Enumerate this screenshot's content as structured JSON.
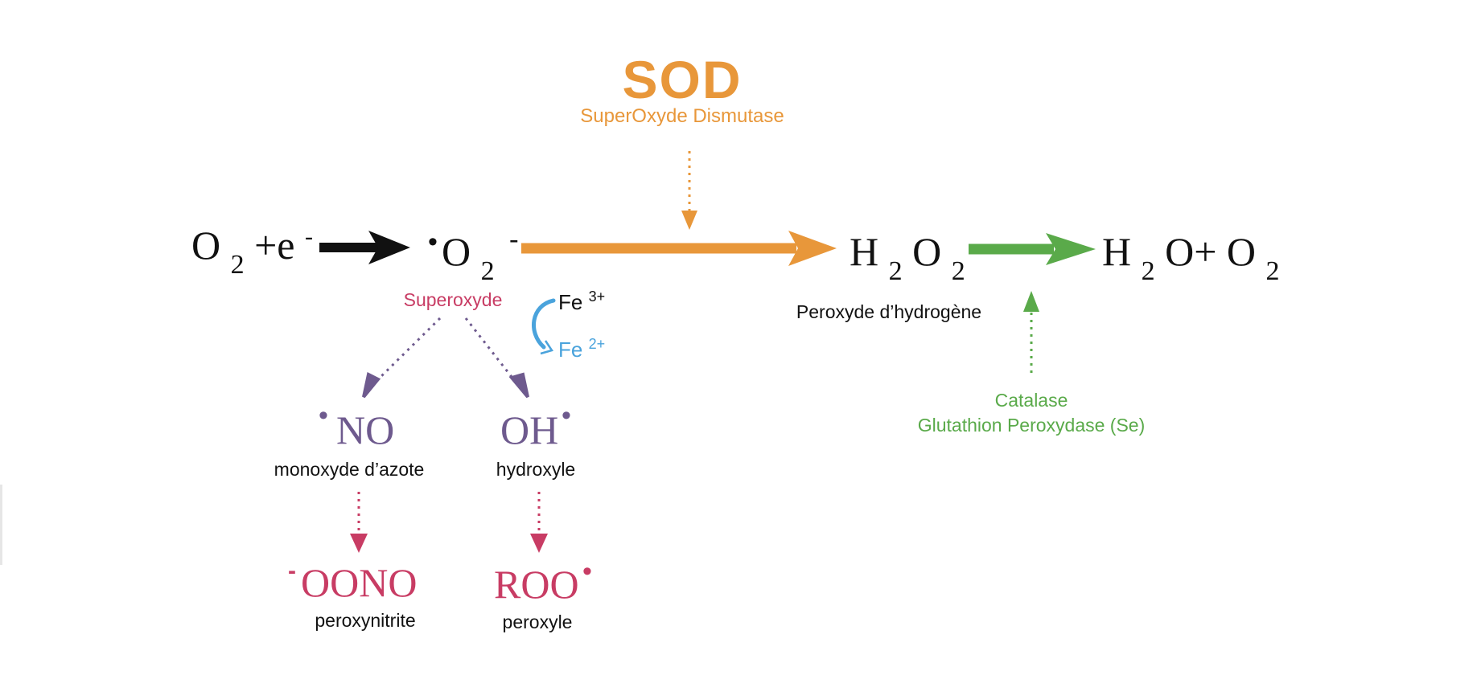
{
  "colors": {
    "black": "#111111",
    "orange": "#e8973a",
    "green": "#5aaa4a",
    "purple": "#6e5a8e",
    "pink": "#c83c64",
    "blue": "#4aa3dc"
  },
  "sod": {
    "abbrev": "SOD",
    "full_name": "SuperOxyde Dismutase"
  },
  "reaction": {
    "o2": "O",
    "o2_sub": "2",
    "plus_e": "+e",
    "e_sup": "-",
    "radical_dot": "•",
    "superoxide_o": "O",
    "superoxide_sub": "2",
    "superoxide_charge": "-",
    "h": "H",
    "h_sub": "2",
    "o": "O",
    "o_sub": "2",
    "water_h": "H",
    "water_h_sub": "2",
    "water_o_plus": "O+ O",
    "water_o2_sub": "2"
  },
  "labels": {
    "superoxyde": "Superoxyde",
    "peroxyde_hydrogene": "Peroxyde d’hydrogène",
    "catalase": "Catalase",
    "glutathion": "Glutathion Peroxydase (Se)"
  },
  "iron": {
    "fe3": "Fe",
    "fe3_sup": "3+",
    "fe2": "Fe",
    "fe2_sup": "2+"
  },
  "products": {
    "no_dot": "•",
    "no": "NO",
    "no_label": "monoxyde d’azote",
    "oh": "OH",
    "oh_dot": "•",
    "oh_label": "hydroxyle",
    "oono_charge": "-",
    "oono": "OONO",
    "oono_label": "peroxynitrite",
    "roo": "ROO",
    "roo_dot": "•",
    "roo_label": "peroxyle"
  }
}
